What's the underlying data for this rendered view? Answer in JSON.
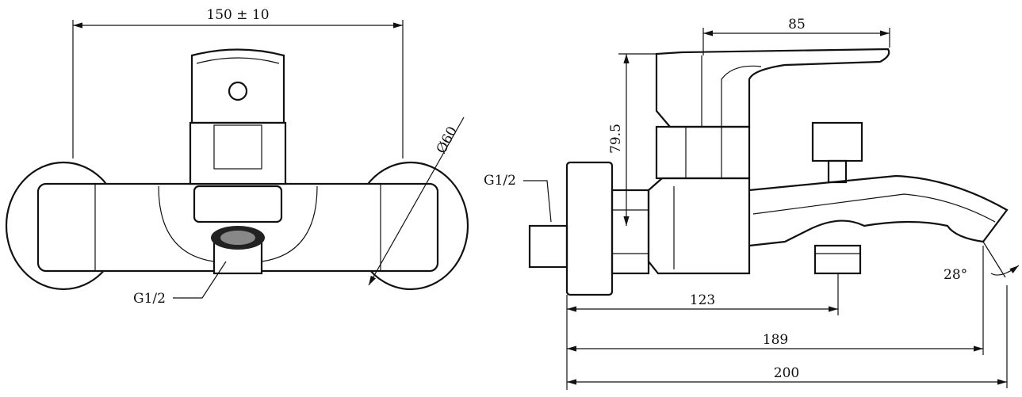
{
  "front_view": {
    "width_dim": "150 ± 10",
    "diameter_dim": "Ø60",
    "thread_label": "G1/2"
  },
  "side_view": {
    "thread_label": "G1/2",
    "lever_reach_dim": "85",
    "height_dim": "79.5",
    "outlet_dim": "123",
    "spout_dim": "189",
    "total_dim": "200",
    "angle_dim": "28°"
  }
}
